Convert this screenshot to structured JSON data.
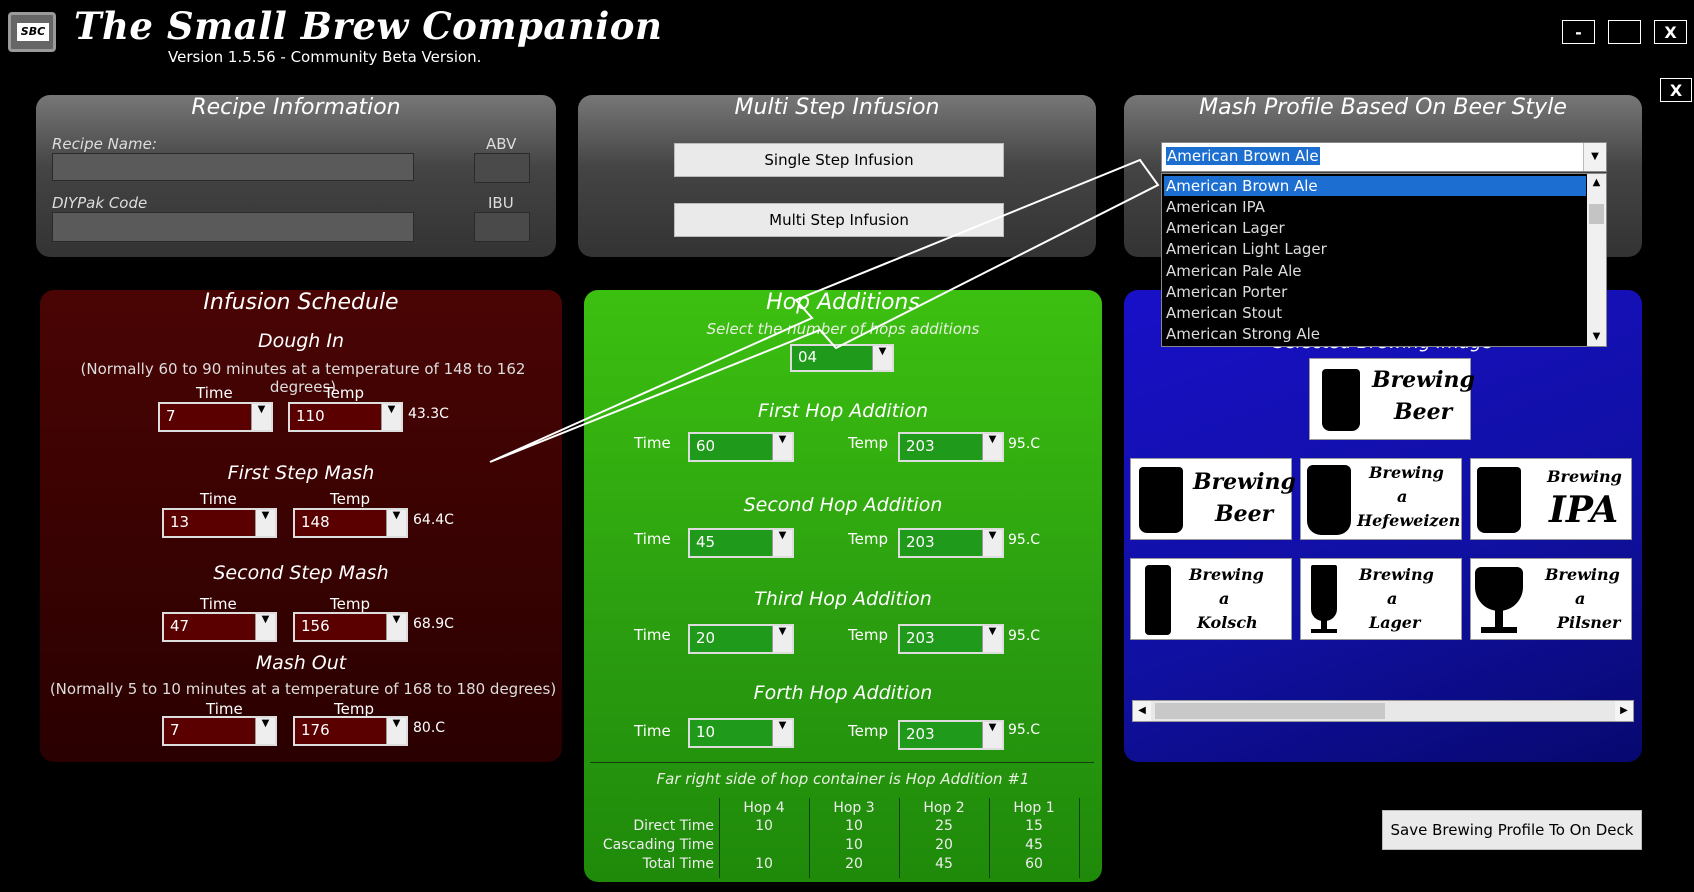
{
  "app": {
    "title": "The Small Brew Companion",
    "version": "Version 1.5.56 - Community Beta Version.",
    "logo_text": "SBC",
    "window_controls": [
      "-",
      "",
      "X"
    ],
    "close_x": "X"
  },
  "recipe_info": {
    "title": "Recipe Information",
    "recipe_name_label": "Recipe Name:",
    "diypak_label": "DIYPak Code",
    "abv_label": "ABV",
    "ibu_label": "IBU"
  },
  "multi_step": {
    "title": "Multi Step Infusion",
    "single_btn": "Single Step Infusion",
    "multi_btn": "Multi Step Infusion"
  },
  "mash_profile": {
    "title": "Mash Profile Based On Beer Style",
    "selected": "American Brown Ale",
    "options": [
      "American Brown Ale",
      "American IPA",
      "American Lager",
      "American Light Lager",
      "American Pale Ale",
      "American Porter",
      "American Stout",
      "American Strong Ale"
    ]
  },
  "infusion": {
    "title": "Infusion Schedule",
    "dough_in": "Dough In",
    "dough_note": "(Normally 60 to 90 minutes at a temperature of 148 to 162 degrees)",
    "time_label": "Time",
    "temp_label": "Temp",
    "dough_time": "7",
    "dough_temp": "110",
    "dough_c": "43.3C",
    "first_step": "First Step Mash",
    "first_time": "13",
    "first_temp": "148",
    "first_c": "64.4C",
    "second_step": "Second Step Mash",
    "second_time": "47",
    "second_temp": "156",
    "second_c": "68.9C",
    "mash_out": "Mash Out",
    "mash_note": "(Normally 5 to 10 minutes at a temperature of 168 to 180 degrees)",
    "out_time": "7",
    "out_temp": "176",
    "out_c": "80.C"
  },
  "hops": {
    "title": "Hop Additions",
    "subtitle": "Select the number of hops additions",
    "count": "04",
    "time_label": "Time",
    "temp_label": "Temp",
    "additions": [
      {
        "title": "First Hop Addition",
        "time": "60",
        "temp": "203",
        "c": "95.C"
      },
      {
        "title": "Second Hop Addition",
        "time": "45",
        "temp": "203",
        "c": "95.C"
      },
      {
        "title": "Third Hop Addition",
        "time": "20",
        "temp": "203",
        "c": "95.C"
      },
      {
        "title": "Forth Hop Addition",
        "time": "10",
        "temp": "203",
        "c": "95.C"
      }
    ],
    "note": "Far right side of hop container is Hop Addition #1",
    "table": {
      "headers": [
        "Hop 4",
        "Hop 3",
        "Hop 2",
        "Hop 1"
      ],
      "rows": [
        {
          "label": "Direct Time",
          "values": [
            "10",
            "10",
            "25",
            "15"
          ]
        },
        {
          "label": "Cascading Time",
          "values": [
            "",
            "10",
            "20",
            "45"
          ]
        },
        {
          "label": "Total Time",
          "values": [
            "10",
            "20",
            "45",
            "60"
          ]
        }
      ]
    }
  },
  "brewing_image": {
    "title_partial": "Selected Brewing Image",
    "selected": [
      "Brewing",
      "Beer"
    ],
    "cards": [
      {
        "lines": [
          "Brewing",
          "Beer"
        ]
      },
      {
        "lines": [
          "Brewing",
          "a",
          "Hefeweizen"
        ]
      },
      {
        "lines": [
          "Brewing",
          "IPA"
        ]
      },
      {
        "lines": [
          "Brewing",
          "a",
          "Kolsch"
        ]
      },
      {
        "lines": [
          "Brewing",
          "a",
          "Lager"
        ]
      },
      {
        "lines": [
          "Brewing",
          "a",
          "Pilsner"
        ]
      }
    ]
  },
  "save_btn": "Save Brewing Profile To On Deck",
  "colors": {
    "red_panel": "#3a0202",
    "green_panel": "#2aa010",
    "blue_panel": "#1410b8",
    "gray_panel": "#555555"
  }
}
